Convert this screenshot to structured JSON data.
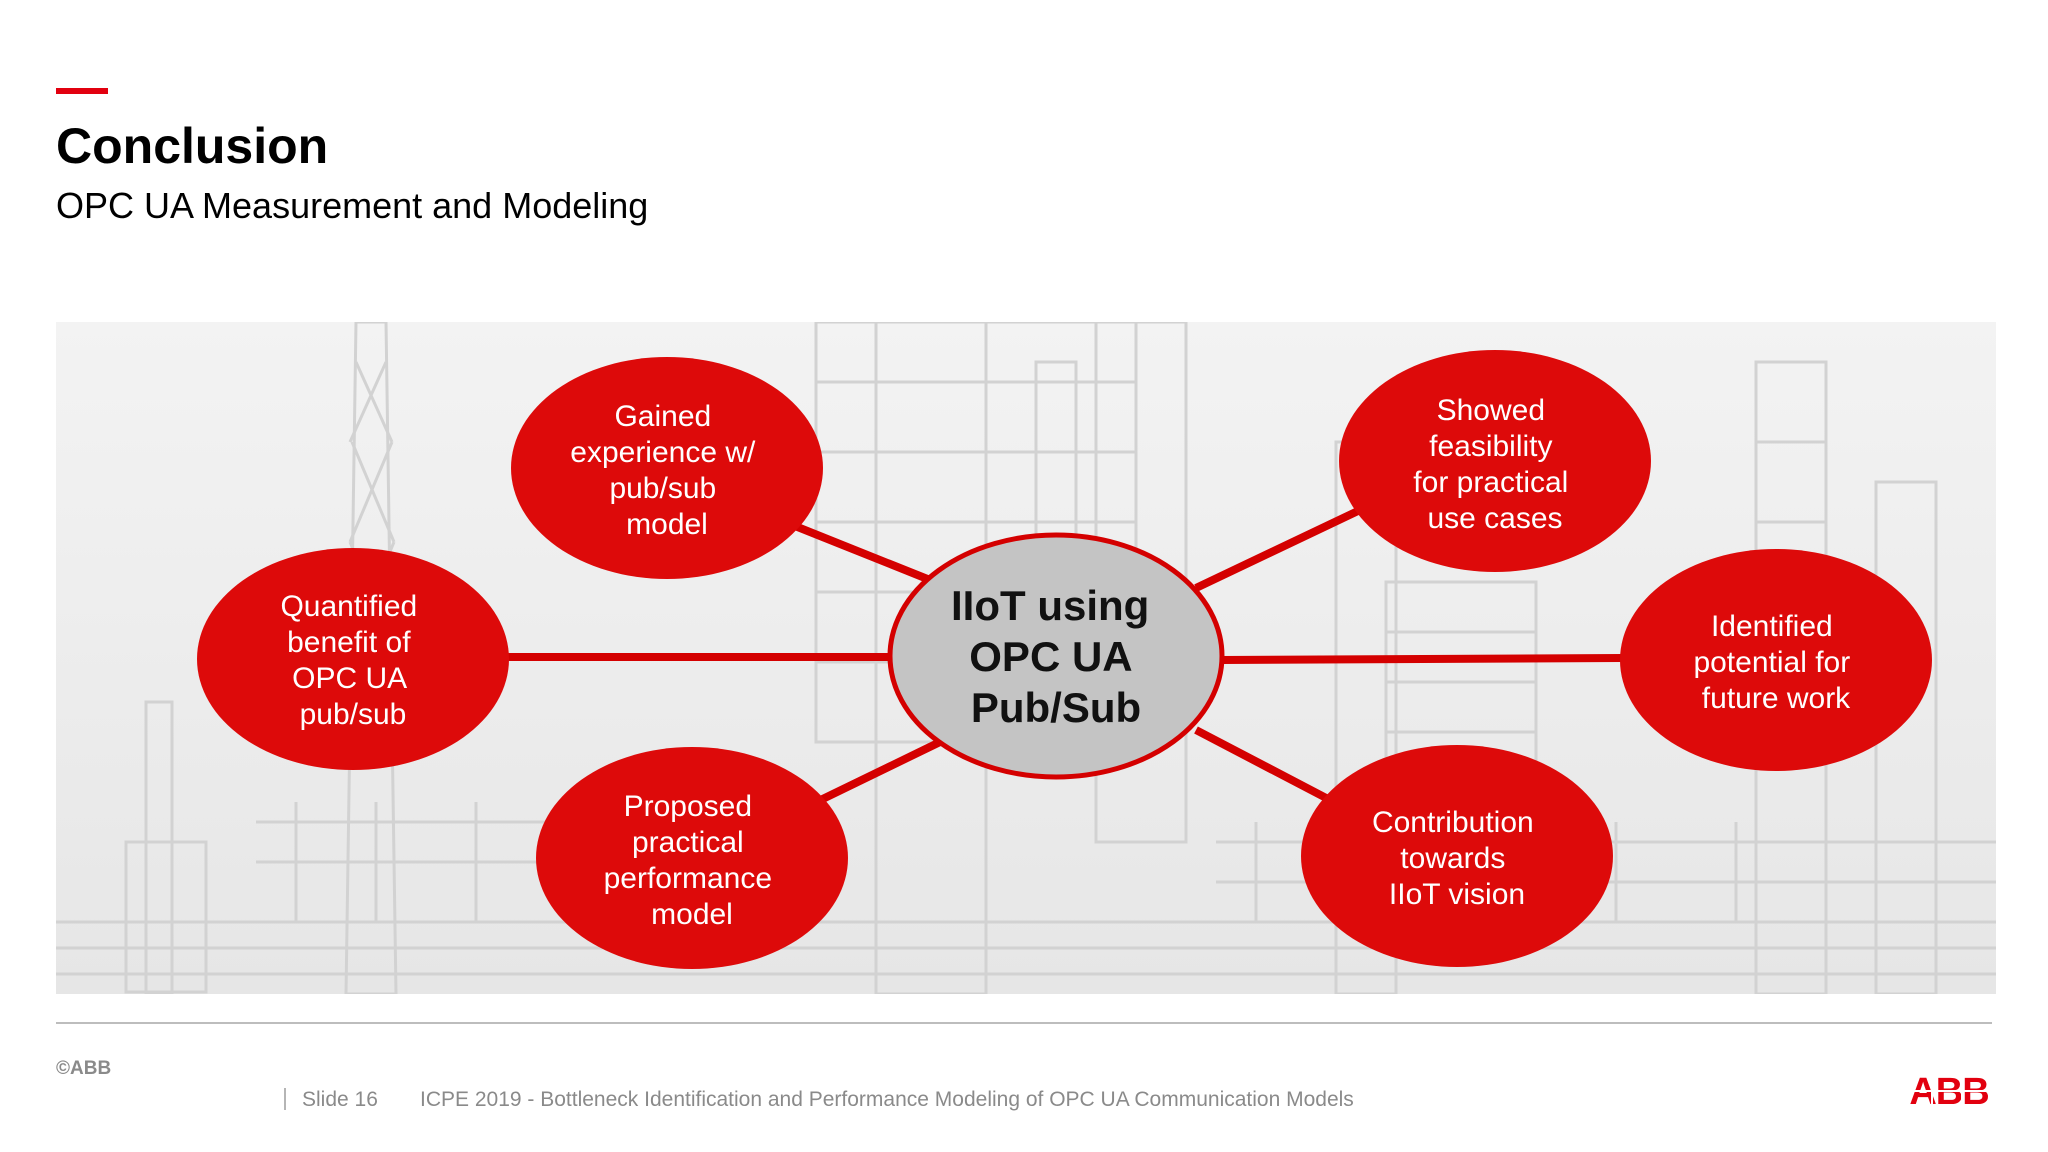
{
  "slide": {
    "title": "Conclusion",
    "subtitle": "OPC UA Measurement and Modeling",
    "accent_color": "#e2000f"
  },
  "diagram": {
    "center": {
      "lines": [
        "IIoT using",
        "OPC UA",
        "Pub/Sub"
      ],
      "fill_color": "#c4c4c4"
    },
    "node_color": "#dd0a0a",
    "connector_color": "#d40000",
    "nodes": [
      {
        "id": "quantified-benefit",
        "lines": [
          "Quantified",
          "benefit of",
          "OPC UA",
          "pub/sub"
        ]
      },
      {
        "id": "gained-experience",
        "lines": [
          "Gained",
          "experience w/",
          "pub/sub",
          "model"
        ]
      },
      {
        "id": "proposed-model",
        "lines": [
          "Proposed",
          "practical",
          "performance",
          "model"
        ]
      },
      {
        "id": "showed-feasibility",
        "lines": [
          "Showed",
          "feasibility",
          "for practical",
          "use cases"
        ]
      },
      {
        "id": "identified-potential",
        "lines": [
          "Identified",
          "potential for",
          "future work"
        ]
      },
      {
        "id": "contribution",
        "lines": [
          "Contribution",
          "towards",
          "IIoT vision"
        ]
      }
    ]
  },
  "footer": {
    "copyright": "©ABB",
    "slide_label": "Slide 16",
    "text": "ICPE 2019 - Bottleneck Identification and Performance Modeling of OPC UA Communication Models",
    "logo_text": "ABB",
    "logo_color": "#e2000f"
  }
}
